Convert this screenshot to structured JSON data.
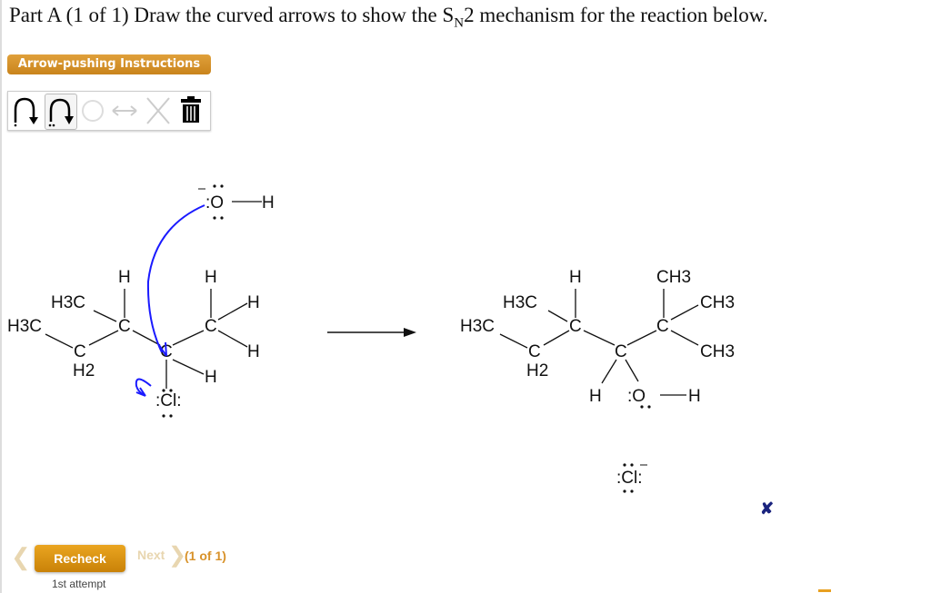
{
  "header": {
    "title_prefix": "Part A (1 of 1) Draw the curved arrows to show the S",
    "title_sub": "N",
    "title_suffix": "2 mechanism for the reaction below."
  },
  "instructions_button": "Arrow-pushing Instructions",
  "toolbar": {
    "tools": [
      "single-electron-arrow-icon",
      "electron-pair-arrow-icon",
      "rotate-icon",
      "resonance-arrow-icon",
      "delete-x-icon",
      "trash-icon"
    ],
    "selected": "electron-pair-arrow-icon"
  },
  "reactant": {
    "labels": {
      "h3c_a": "H3C",
      "h3c_b": "H3C",
      "c1": "C",
      "h2": "H2",
      "c2": "C",
      "h_c2": "H",
      "c3": "C",
      "cl": ":Cl:",
      "c4": "C",
      "h_c4": "H",
      "h_r1": "H",
      "h_r2": "H",
      "h_r3": "H",
      "oh_o": ":O",
      "oh_h": "H"
    }
  },
  "product": {
    "labels": {
      "h3c_a": "H3C",
      "h3c_b": "H3C",
      "c1": "C",
      "h2": "H2",
      "c2": "C",
      "h_c2": "H",
      "c3": "C",
      "h_c3": "H",
      "o": ":O",
      "oh_h": "H",
      "c4": "C",
      "ch3_a": "CH3",
      "ch3_b": "CH3",
      "ch3_c": "CH3",
      "cl": ":Cl:"
    }
  },
  "arrow_color": "#1a1aff",
  "footer": {
    "recheck": "Recheck",
    "next": "Next",
    "count": "(1 of 1)",
    "attempt": "1st attempt",
    "status": "✘"
  }
}
